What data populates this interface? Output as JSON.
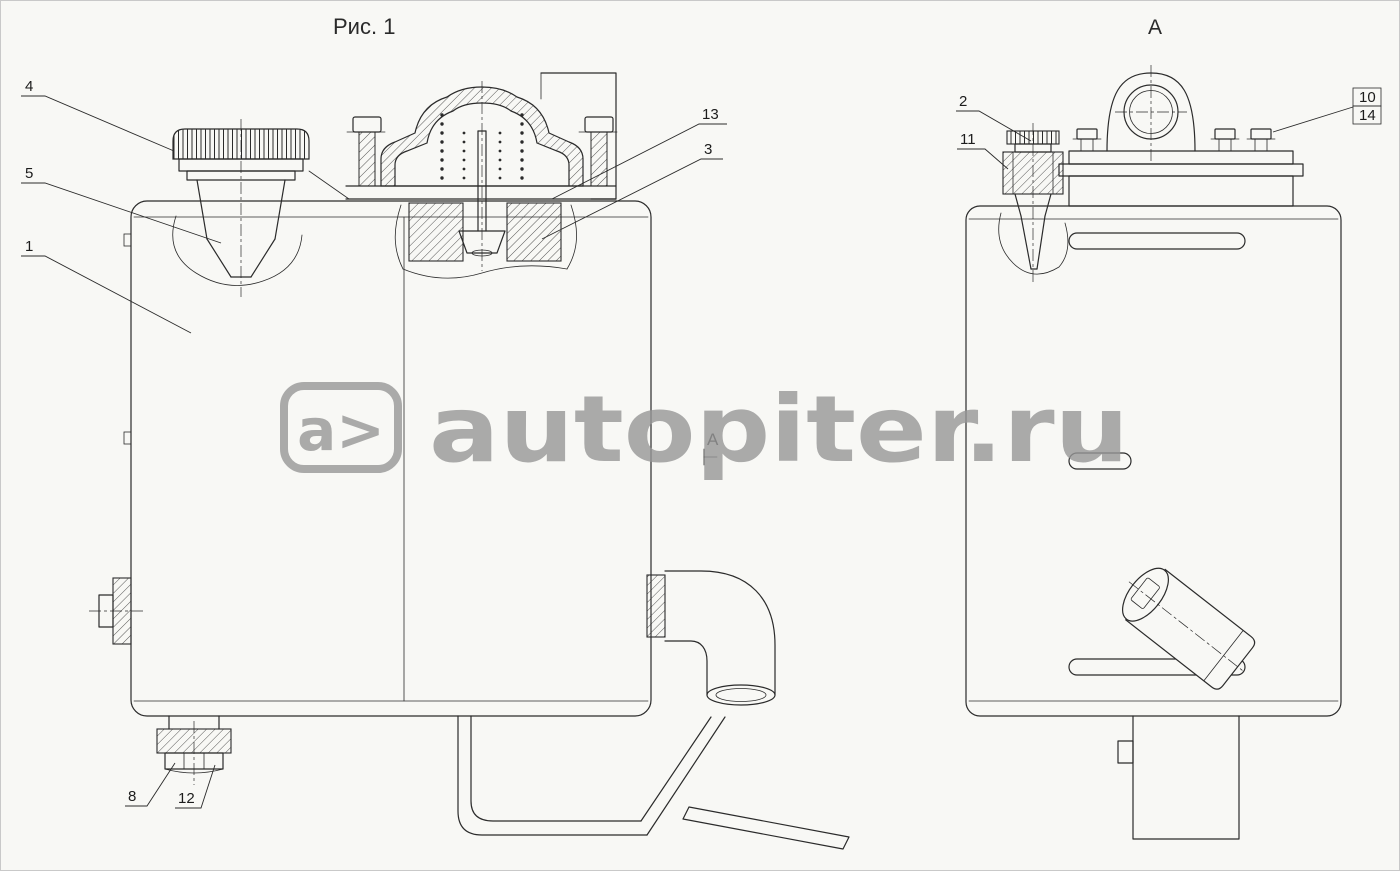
{
  "page": {
    "background": "#f8f8f5",
    "line_color": "#2b2b2b"
  },
  "figure": {
    "caption": "Рис. 1",
    "view_label": "A",
    "section_cut_label": "A"
  },
  "watermark": {
    "logo_text": "a>",
    "site_text": "autopiter.ru",
    "color": "#979797"
  },
  "callouts": [
    {
      "label": "4"
    },
    {
      "label": "5"
    },
    {
      "label": "1"
    },
    {
      "label": "13"
    },
    {
      "label": "3"
    },
    {
      "label": "2"
    },
    {
      "label": "11"
    },
    {
      "label": "10",
      "boxed": true
    },
    {
      "label": "14",
      "boxed": true
    },
    {
      "label": "8"
    },
    {
      "label": "12"
    }
  ]
}
